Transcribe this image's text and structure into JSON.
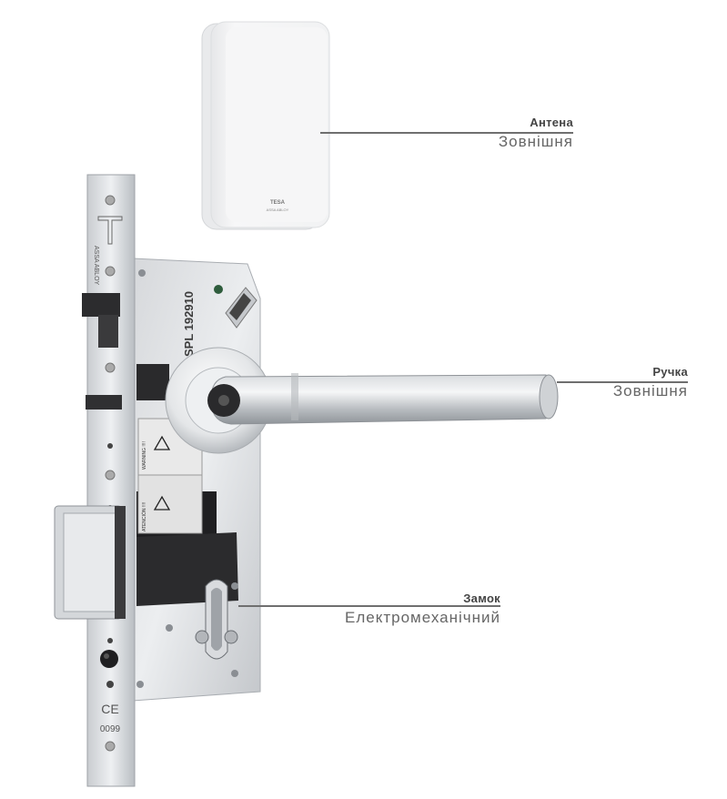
{
  "callouts": {
    "antenna": {
      "title": "Антена",
      "subtitle": "Зовнішня"
    },
    "handle": {
      "title": "Ручка",
      "subtitle": "Зовнішня"
    },
    "lock": {
      "title": "Замок",
      "subtitle": "Електромеханічний"
    }
  },
  "device_markings": {
    "antenna_brand": "TESA",
    "antenna_sub": "ASSA ABLOY",
    "faceplate_brand": "ASSA ABLOY",
    "lock_model": "SPL 192910",
    "ce_mark": "CE",
    "ce_number": "0099",
    "warning_label_1": "WARNING !!!!",
    "warning_label_2": "ATENCIÓN !!!!"
  }
}
